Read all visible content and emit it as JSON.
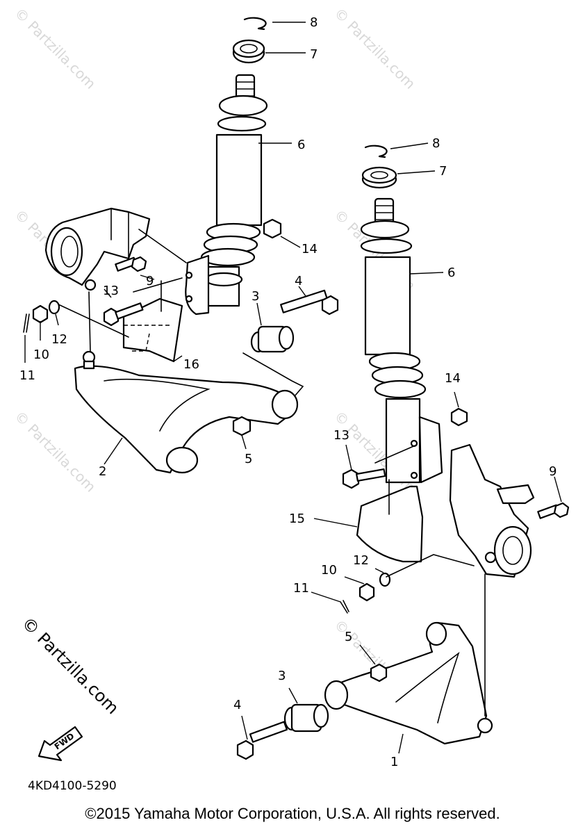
{
  "diagram": {
    "callouts": [
      "1",
      "2",
      "3",
      "4",
      "5",
      "6",
      "7",
      "8",
      "9",
      "10",
      "11",
      "12",
      "13",
      "14",
      "15",
      "16"
    ],
    "diagram_code": "4KD4100-5290",
    "fwd_label": "FWD",
    "watermark": "© Partzilla.com",
    "watermark_small": "© Partzilla.com"
  },
  "footer": {
    "copyright": "©2015 Yamaha Motor Corporation, U.S.A. All rights reserved."
  }
}
